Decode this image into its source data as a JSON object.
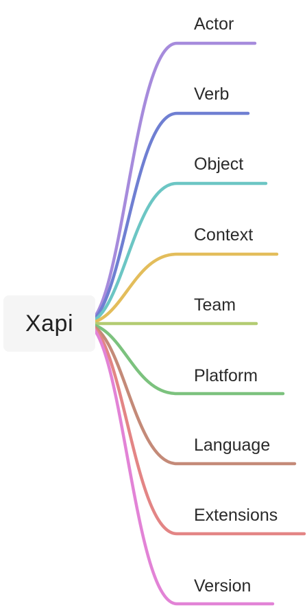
{
  "root": {
    "label": "Xapi"
  },
  "branches": [
    {
      "label": "Actor",
      "color": "#a68bdc"
    },
    {
      "label": "Verb",
      "color": "#6f7fd2"
    },
    {
      "label": "Object",
      "color": "#6cc6c4"
    },
    {
      "label": "Context",
      "color": "#e3bd5b"
    },
    {
      "label": "Team",
      "color": "#b3cc72"
    },
    {
      "label": "Platform",
      "color": "#7cc27e"
    },
    {
      "label": "Language",
      "color": "#c48a78"
    },
    {
      "label": "Extensions",
      "color": "#e38585"
    },
    {
      "label": "Version",
      "color": "#e283d6"
    }
  ]
}
